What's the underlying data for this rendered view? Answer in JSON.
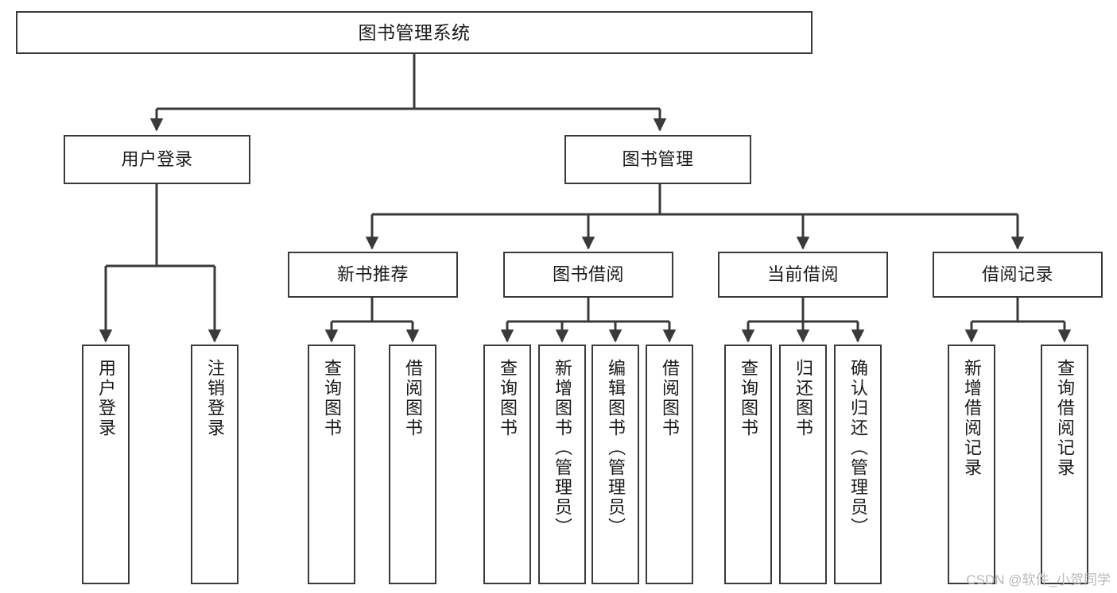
{
  "diagram": {
    "title": "图书管理系统",
    "watermark": "CSDN @软件_小贺同学",
    "colors": {
      "border": "#3a3a3a",
      "background": "#ffffff",
      "text": "#1a1a1a",
      "connector": "#3a3a3a",
      "watermark": "#b9b9b9"
    },
    "root": {
      "label": "图书管理系统"
    },
    "branches": [
      {
        "label": "用户登录"
      },
      {
        "label": "图书管理"
      },
      {
        "label": "新书推荐"
      },
      {
        "label": "图书借阅"
      },
      {
        "label": "当前借阅"
      },
      {
        "label": "借阅记录"
      }
    ],
    "leaves": [
      {
        "label": "用户登录"
      },
      {
        "label": "注销登录"
      },
      {
        "label": "查询图书"
      },
      {
        "label": "借阅图书"
      },
      {
        "label": "查询图书"
      },
      {
        "label": "新增图书（管理员）"
      },
      {
        "label": "编辑图书（管理员）"
      },
      {
        "label": "借阅图书"
      },
      {
        "label": "查询图书"
      },
      {
        "label": "归还图书"
      },
      {
        "label": "确认归还（管理员）"
      },
      {
        "label": "新增借阅记录"
      },
      {
        "label": "查询借阅记录"
      }
    ]
  }
}
